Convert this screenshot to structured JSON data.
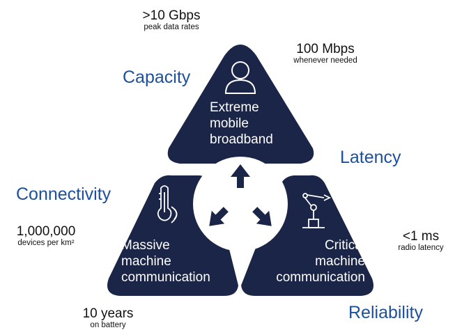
{
  "categories": {
    "capacity": "Capacity",
    "latency": "Latency",
    "connectivity": "Connectivity",
    "reliability": "Reliability"
  },
  "segments": {
    "top": [
      "Extreme",
      "mobile",
      "broadband"
    ],
    "left": [
      "Massive",
      "machine",
      "communication"
    ],
    "right": [
      "Critical",
      "machine",
      "communication"
    ]
  },
  "metrics": {
    "peak": {
      "value": ">10 Gbps",
      "caption": "peak data rates"
    },
    "rate": {
      "value": "100 Mbps",
      "caption": "whenever needed"
    },
    "devices": {
      "value": "1,000,000",
      "caption": "devices per km²"
    },
    "latency": {
      "value": "<1 ms",
      "caption": "radio latency"
    },
    "battery": {
      "value": "10 years",
      "caption": "on battery"
    }
  },
  "colors": {
    "navy": "#1a2547",
    "accent": "#1d4f9b"
  },
  "icons": {
    "top": "user-icon",
    "left": "thermometer-icon",
    "right": "robot-arm-icon"
  }
}
